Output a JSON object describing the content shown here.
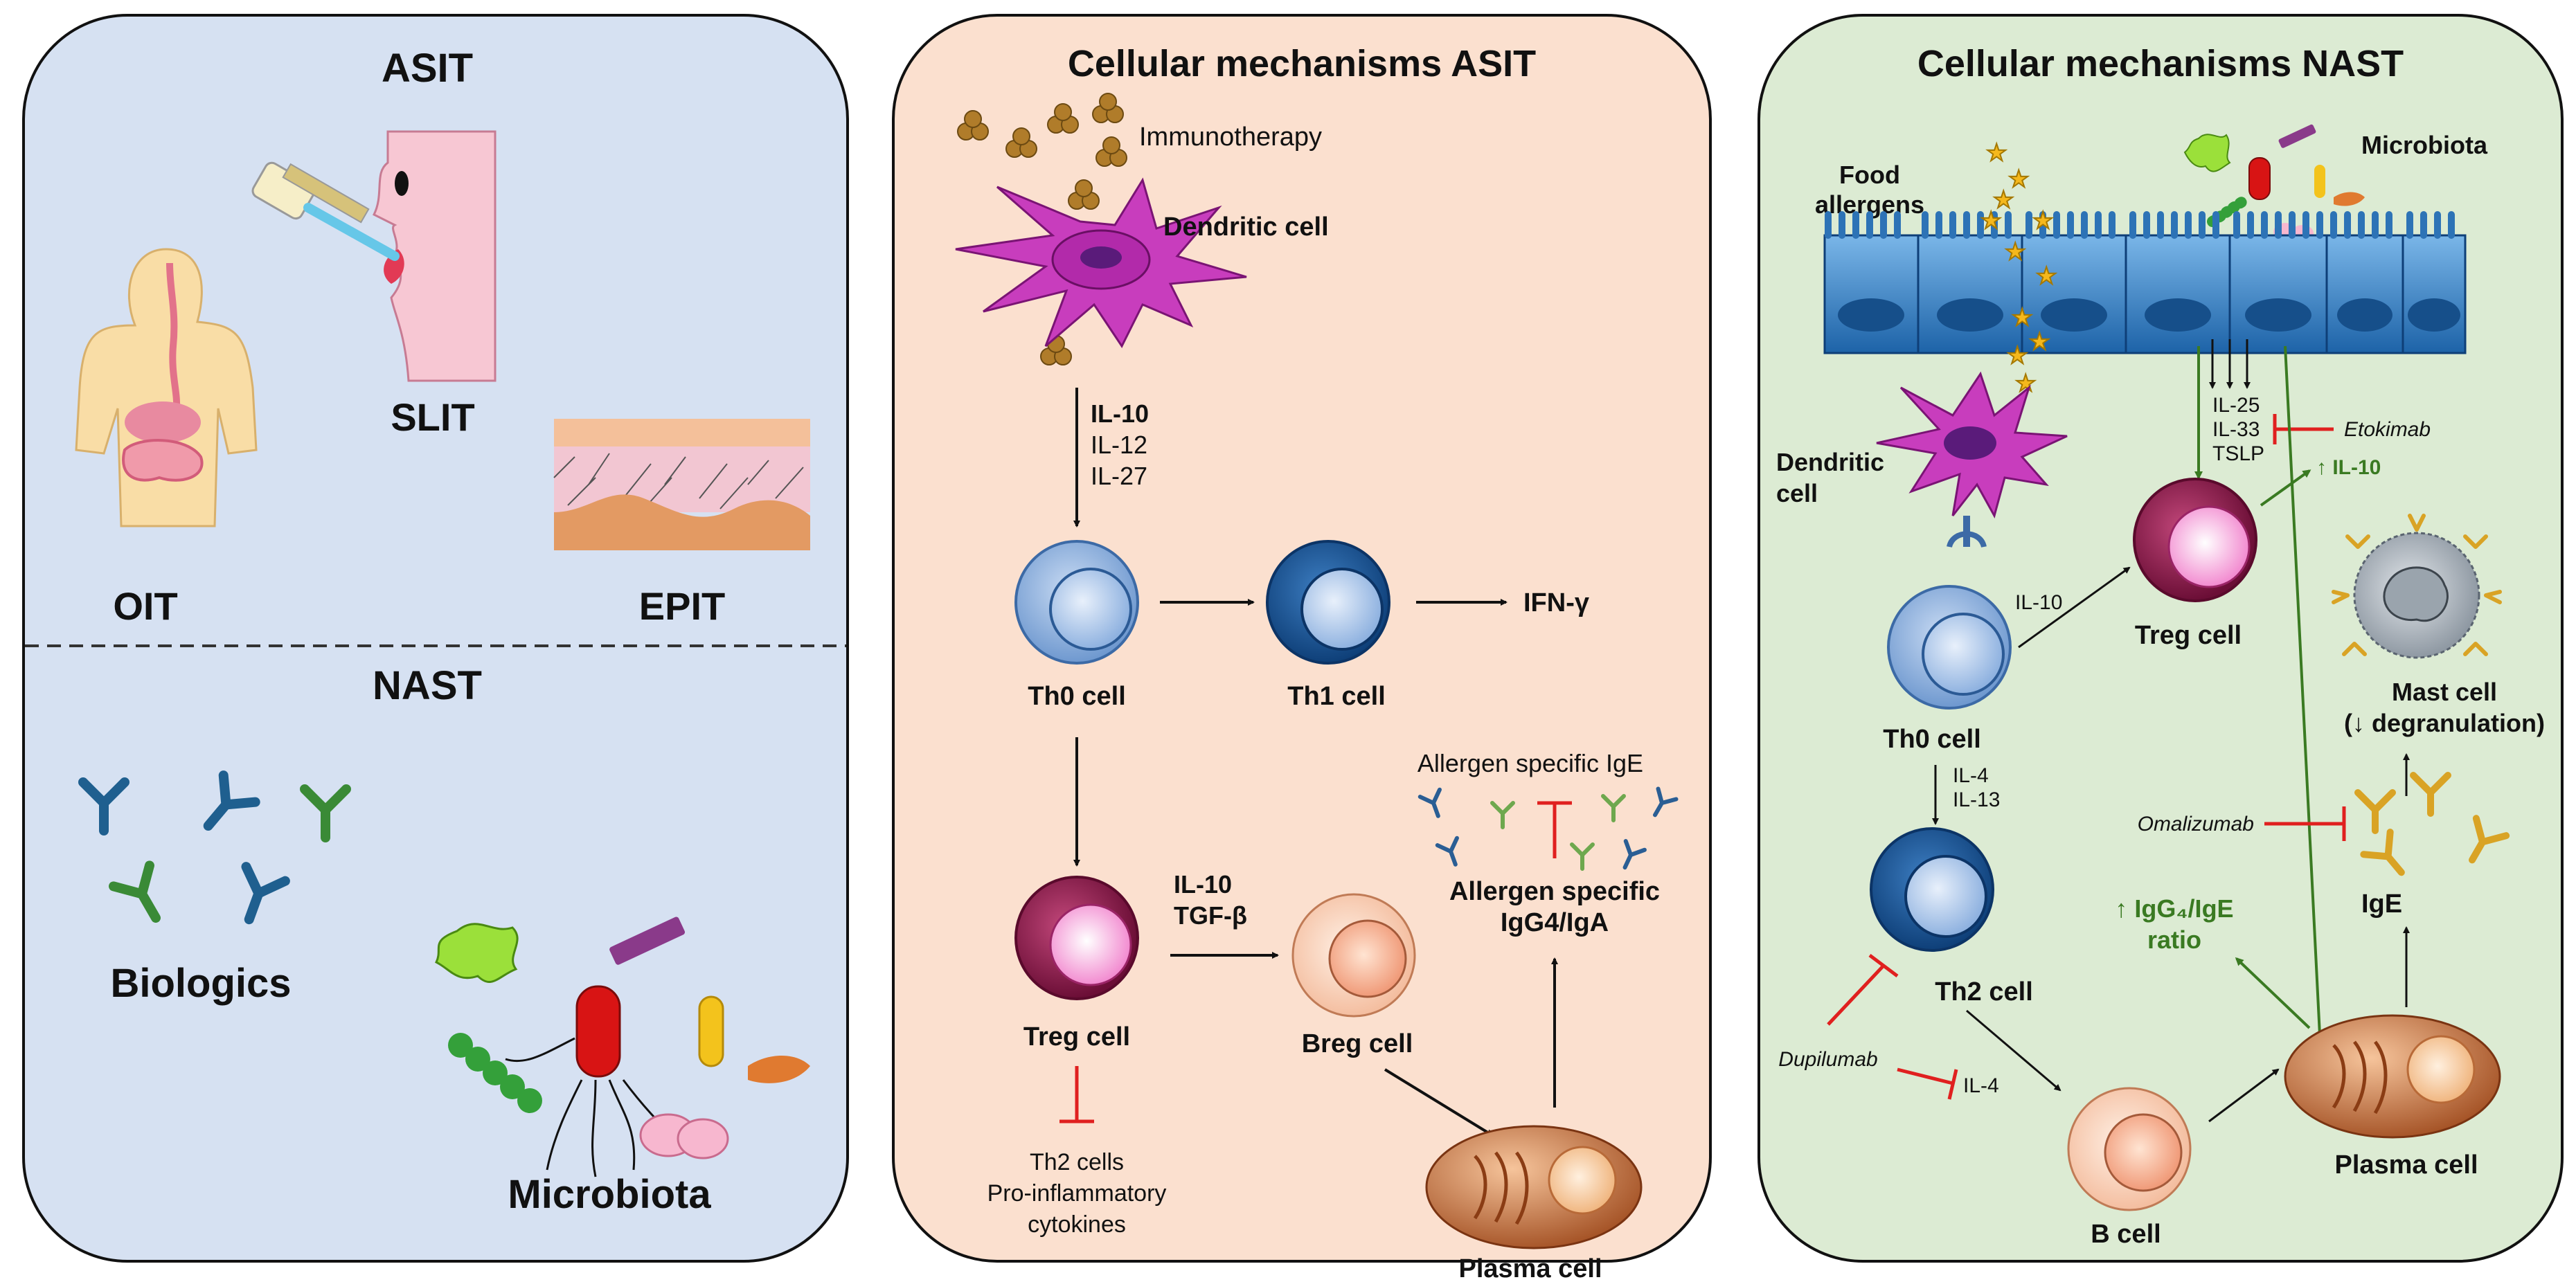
{
  "panel1": {
    "asit_title": "ASIT",
    "slit": "SLIT",
    "oit": "OIT",
    "epit": "EPIT",
    "nast_title": "NAST",
    "biologics": "Biologics",
    "microbiota": "Microbiota"
  },
  "panel2": {
    "title": "Cellular mechanisms ASIT",
    "immunotherapy": "Immunotherapy",
    "dendritic_cell": "Dendritic cell",
    "il10": "IL-10",
    "il12": "IL-12",
    "il27": "IL-27",
    "th0": "Th0 cell",
    "th1": "Th1 cell",
    "ifng": "IFN-γ",
    "il10_b": "IL-10",
    "tgfb": "TGF-β",
    "treg": "Treg cell",
    "breg": "Breg cell",
    "allergen_ige": "Allergen specific IgE",
    "allergen_igg4_1": "Allergen specific",
    "allergen_igg4_2": "IgG4/IgA",
    "th2_cells": "Th2 cells",
    "pro_inflammatory": "Pro-inflammatory",
    "cytokines": "cytokines",
    "plasma": "Plasma cell"
  },
  "panel3": {
    "title": "Cellular mechanisms NAST",
    "food_allergens_1": "Food",
    "food_allergens_2": "allergens",
    "microbiota": "Microbiota",
    "dendritic_1": "Dendritic",
    "dendritic_2": "cell",
    "il25": "IL-25",
    "il33": "IL-33",
    "tslp": "TSLP",
    "etokimab": "Etokimab",
    "il10_up": "↑ IL-10",
    "il10": "IL-10",
    "treg": "Treg cell",
    "th0": "Th0 cell",
    "il4": "IL-4",
    "il13": "IL-13",
    "mast_1": "Mast cell",
    "mast_2": "(↓ degranulation)",
    "omalizumab": "Omalizumab",
    "ige": "IgE",
    "igg4_ratio_1": "↑ IgG₄/IgE",
    "igg4_ratio_2": "ratio",
    "th2": "Th2 cell",
    "dupilumab": "Dupilumab",
    "il4_b": "IL-4",
    "plasma": "Plasma cell",
    "bcell": "B cell"
  },
  "colors": {
    "panel1_bg": "#d6e1f2",
    "panel2_bg": "#fbe0cf",
    "panel3_bg": "#dcebd3",
    "inhibit_red": "#e0201f",
    "green_text": "#3a7a22"
  }
}
